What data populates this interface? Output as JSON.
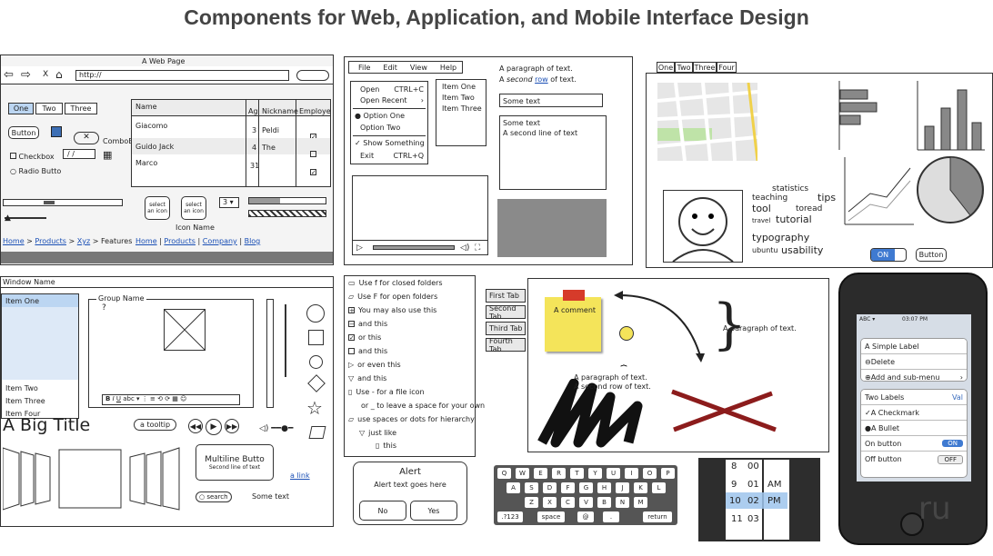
{
  "title": "Components for Web, Application, and Mobile Interface Design",
  "web": {
    "window_title": "A Web Page",
    "url": "http://",
    "tabs": [
      "One",
      "Two",
      "Three"
    ],
    "button": "Button",
    "combo": "ComboBo",
    "date": "/ /",
    "checkbox": "Checkbox",
    "radio": "Radio Butto",
    "table_headers": [
      "Name",
      "Ag",
      "Nickname",
      "Employe"
    ],
    "table_rows": [
      {
        "name": "Giacomo",
        "age": "3",
        "nick": "Peldi"
      },
      {
        "name": "Guido Jack",
        "age": "4",
        "nick": "The"
      },
      {
        "name": "Marco",
        "age": "31",
        "nick": ""
      }
    ],
    "icon_label": "select an icon",
    "icon_name": "Icon Name",
    "stepper": "3",
    "breadcrumb": [
      "Home",
      "Products",
      "Xyz",
      "Features"
    ],
    "links": [
      "Home",
      "Products",
      "Company",
      "Blog"
    ]
  },
  "menu": {
    "bar": [
      "File",
      "Edit",
      "View",
      "Help"
    ],
    "items": [
      {
        "label": "Open",
        "shortcut": "CTRL+C"
      },
      {
        "label": "Open Recent",
        "shortcut": "›"
      },
      {
        "label": "Option One",
        "shortcut": ""
      },
      {
        "label": "Option Two",
        "shortcut": ""
      },
      {
        "label": "Show Something",
        "shortcut": ""
      },
      {
        "label": "Exit",
        "shortcut": "CTRL+Q"
      }
    ],
    "list": [
      "Item One",
      "Item Two",
      "Item Three"
    ],
    "para1": "A paragraph of text.",
    "para2a": "A",
    "para2b": "second",
    "para2c": "row",
    "para2d": "of text.",
    "textfield": "Some text",
    "textarea1": "Some text",
    "textarea2": "A second line of text"
  },
  "dashboard": {
    "tabs": [
      "One",
      "Two",
      "Three",
      "Four"
    ],
    "cloud": [
      "statistics",
      "teaching",
      "tips",
      "tool",
      "toread",
      "tutorial",
      "travel",
      "typography",
      "ubuntu",
      "usability"
    ],
    "toggle_on": "ON",
    "button": "Button"
  },
  "left": {
    "window_name": "Window Name",
    "list": [
      "Item One",
      "Item Two",
      "Item Three",
      "Item Four"
    ],
    "group": "Group Name",
    "big_title": "A Big Title",
    "tooltip": "a tooltip",
    "multiline_title": "Multiline Butto",
    "multiline_sub": "Second line of text",
    "link": "a link",
    "search": "search",
    "some_text": "Some text"
  },
  "tree": [
    "Use f for closed folders",
    "Use F for open folders",
    "You may also use this",
    "and this",
    "or this",
    "and this",
    "or even this",
    "and this",
    "Use - for a file icon",
    "or _ to leave a space for your own",
    "use spaces or dots for hierarchy",
    "just like",
    "this"
  ],
  "vtabs": [
    "First Tab",
    "Second Tab",
    "Third Tab",
    "Fourth Tab"
  ],
  "alert": {
    "title": "Alert",
    "text": "Alert text goes here",
    "no": "No",
    "yes": "Yes"
  },
  "keyboard": {
    "row1": [
      "Q",
      "W",
      "E",
      "R",
      "T",
      "Y",
      "U",
      "I",
      "O",
      "P"
    ],
    "row2": [
      "A",
      "S",
      "D",
      "F",
      "G",
      "H",
      "J",
      "K",
      "L"
    ],
    "row3": [
      "Z",
      "X",
      "C",
      "V",
      "B",
      "N",
      "M"
    ],
    "row4": [
      ".?123",
      "space",
      "@",
      ".",
      "return"
    ]
  },
  "picker": {
    "hours": [
      "8",
      "9",
      "10",
      "11"
    ],
    "minutes": [
      "00",
      "01",
      "02",
      "03"
    ],
    "ampm": [
      "AM",
      "PM"
    ]
  },
  "annot": {
    "comment": "A comment",
    "para_right": "A paragraph of text.",
    "para_a": "A paragraph of text.",
    "para_b": "A second row of text."
  },
  "iphone": {
    "carrier": "ABC",
    "time": "03:07 PM",
    "rows": [
      "A Simple Label",
      "Delete",
      "Add and sub-menu",
      "Two Labels",
      "A Checkmark",
      "A Bullet",
      "On button",
      "Off button"
    ],
    "two_labels_right": "Val",
    "on": "ON",
    "off": "OFF"
  },
  "watermark": "ru"
}
